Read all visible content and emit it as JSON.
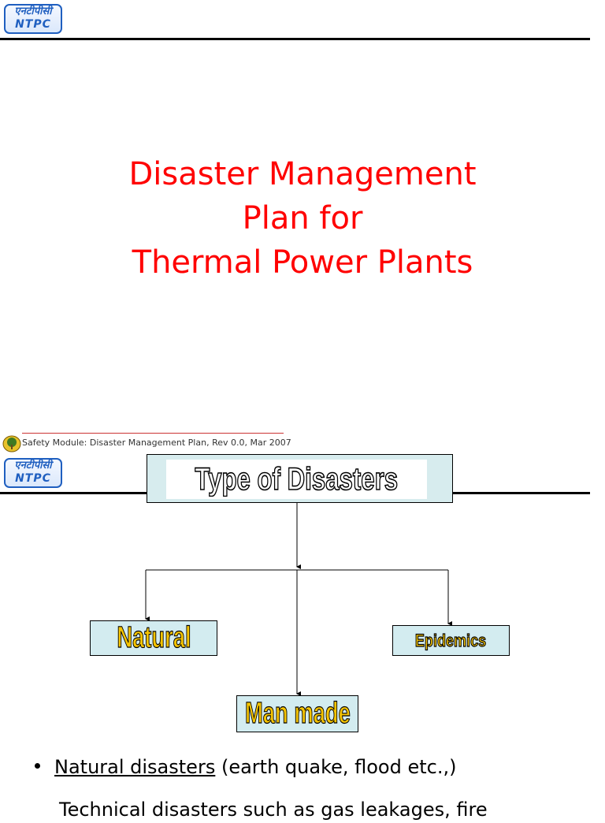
{
  "slide1": {
    "logo": {
      "hindi": "एनटीपीसी",
      "brand": "NTPC"
    },
    "title_lines": [
      "Disaster Management",
      "Plan for",
      "Thermal Power Plants"
    ]
  },
  "footer": {
    "text": "Safety Module: Disaster  Management Plan, Rev 0.0, Mar 2007",
    "rule_color": "#cc3333"
  },
  "slide2": {
    "logo": {
      "hindi": "एनटीपीसी",
      "brand": "NTPC"
    },
    "diagram": {
      "root": "Type of Disasters",
      "nodes": [
        "Natural",
        "Epidemics",
        "Man made"
      ]
    },
    "bullets": [
      {
        "underlined": "Natural disasters",
        "rest": " (earth quake, flood etc.,)"
      }
    ],
    "partial_line": "Technical disasters such as gas leakages, fire"
  },
  "colors": {
    "title_red": "#ff0000",
    "node_fill": "#d3ecf0",
    "node_text": "#f5c400",
    "logo_blue": "#1f5fc0"
  }
}
